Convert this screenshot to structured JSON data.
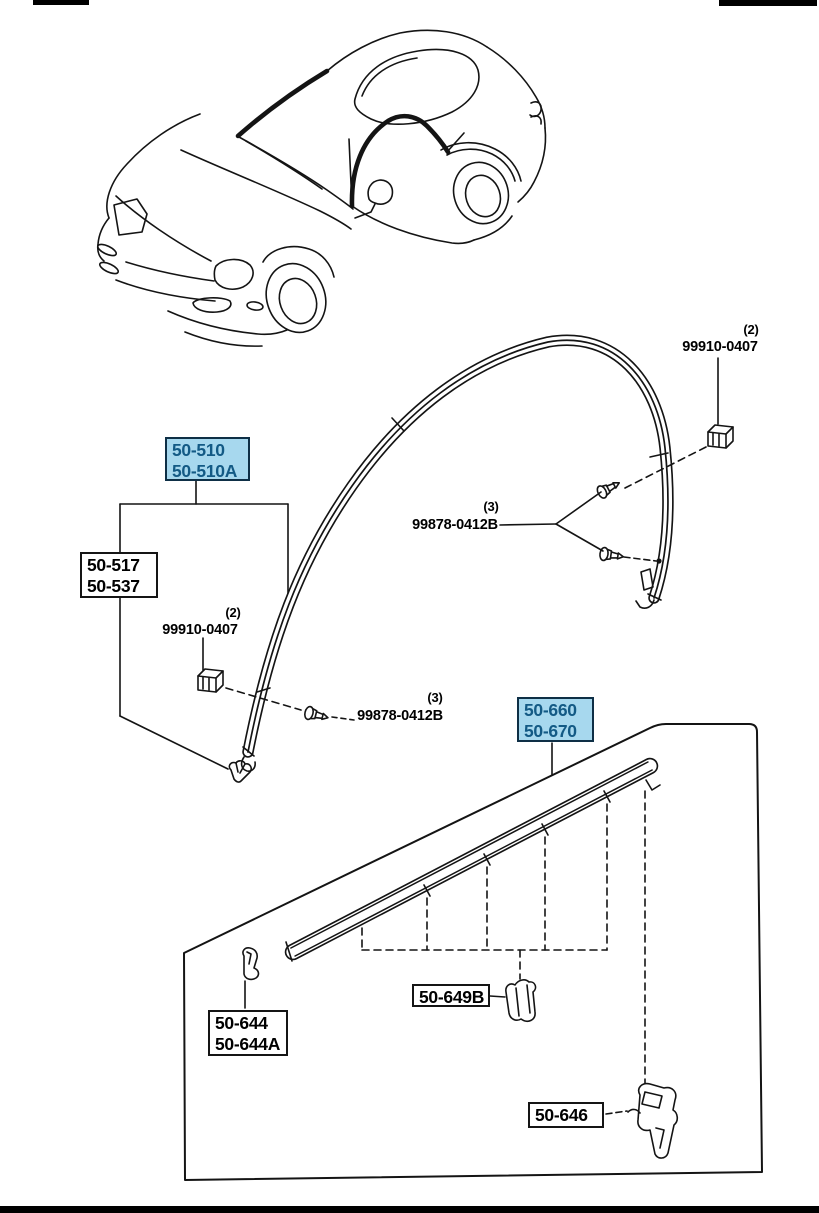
{
  "labels": {
    "g510": {
      "line1": "50-510",
      "line2": "50-510A"
    },
    "g517": {
      "line1": "50-517",
      "line2": "50-537"
    },
    "g660": {
      "line1": "50-660",
      "line2": "50-670"
    },
    "g644": {
      "line1": "50-644",
      "line2": "50-644A"
    },
    "g649": {
      "part": "50-649B"
    },
    "g646": {
      "part": "50-646"
    },
    "clip_top_right": {
      "qty": "(2)",
      "part": "99910-0407"
    },
    "screw_right": {
      "qty": "(3)",
      "part": "99878-0412B"
    },
    "clip_mid_left": {
      "qty": "(2)",
      "part": "99910-0407"
    },
    "screw_left": {
      "qty": "(3)",
      "part": "99878-0412B"
    }
  },
  "colors": {
    "highlight_fill": "#a7d8ee",
    "highlight_text": "#135a85",
    "highlight_border": "#0e2f46",
    "line": "#141414",
    "background": "#ffffff"
  }
}
